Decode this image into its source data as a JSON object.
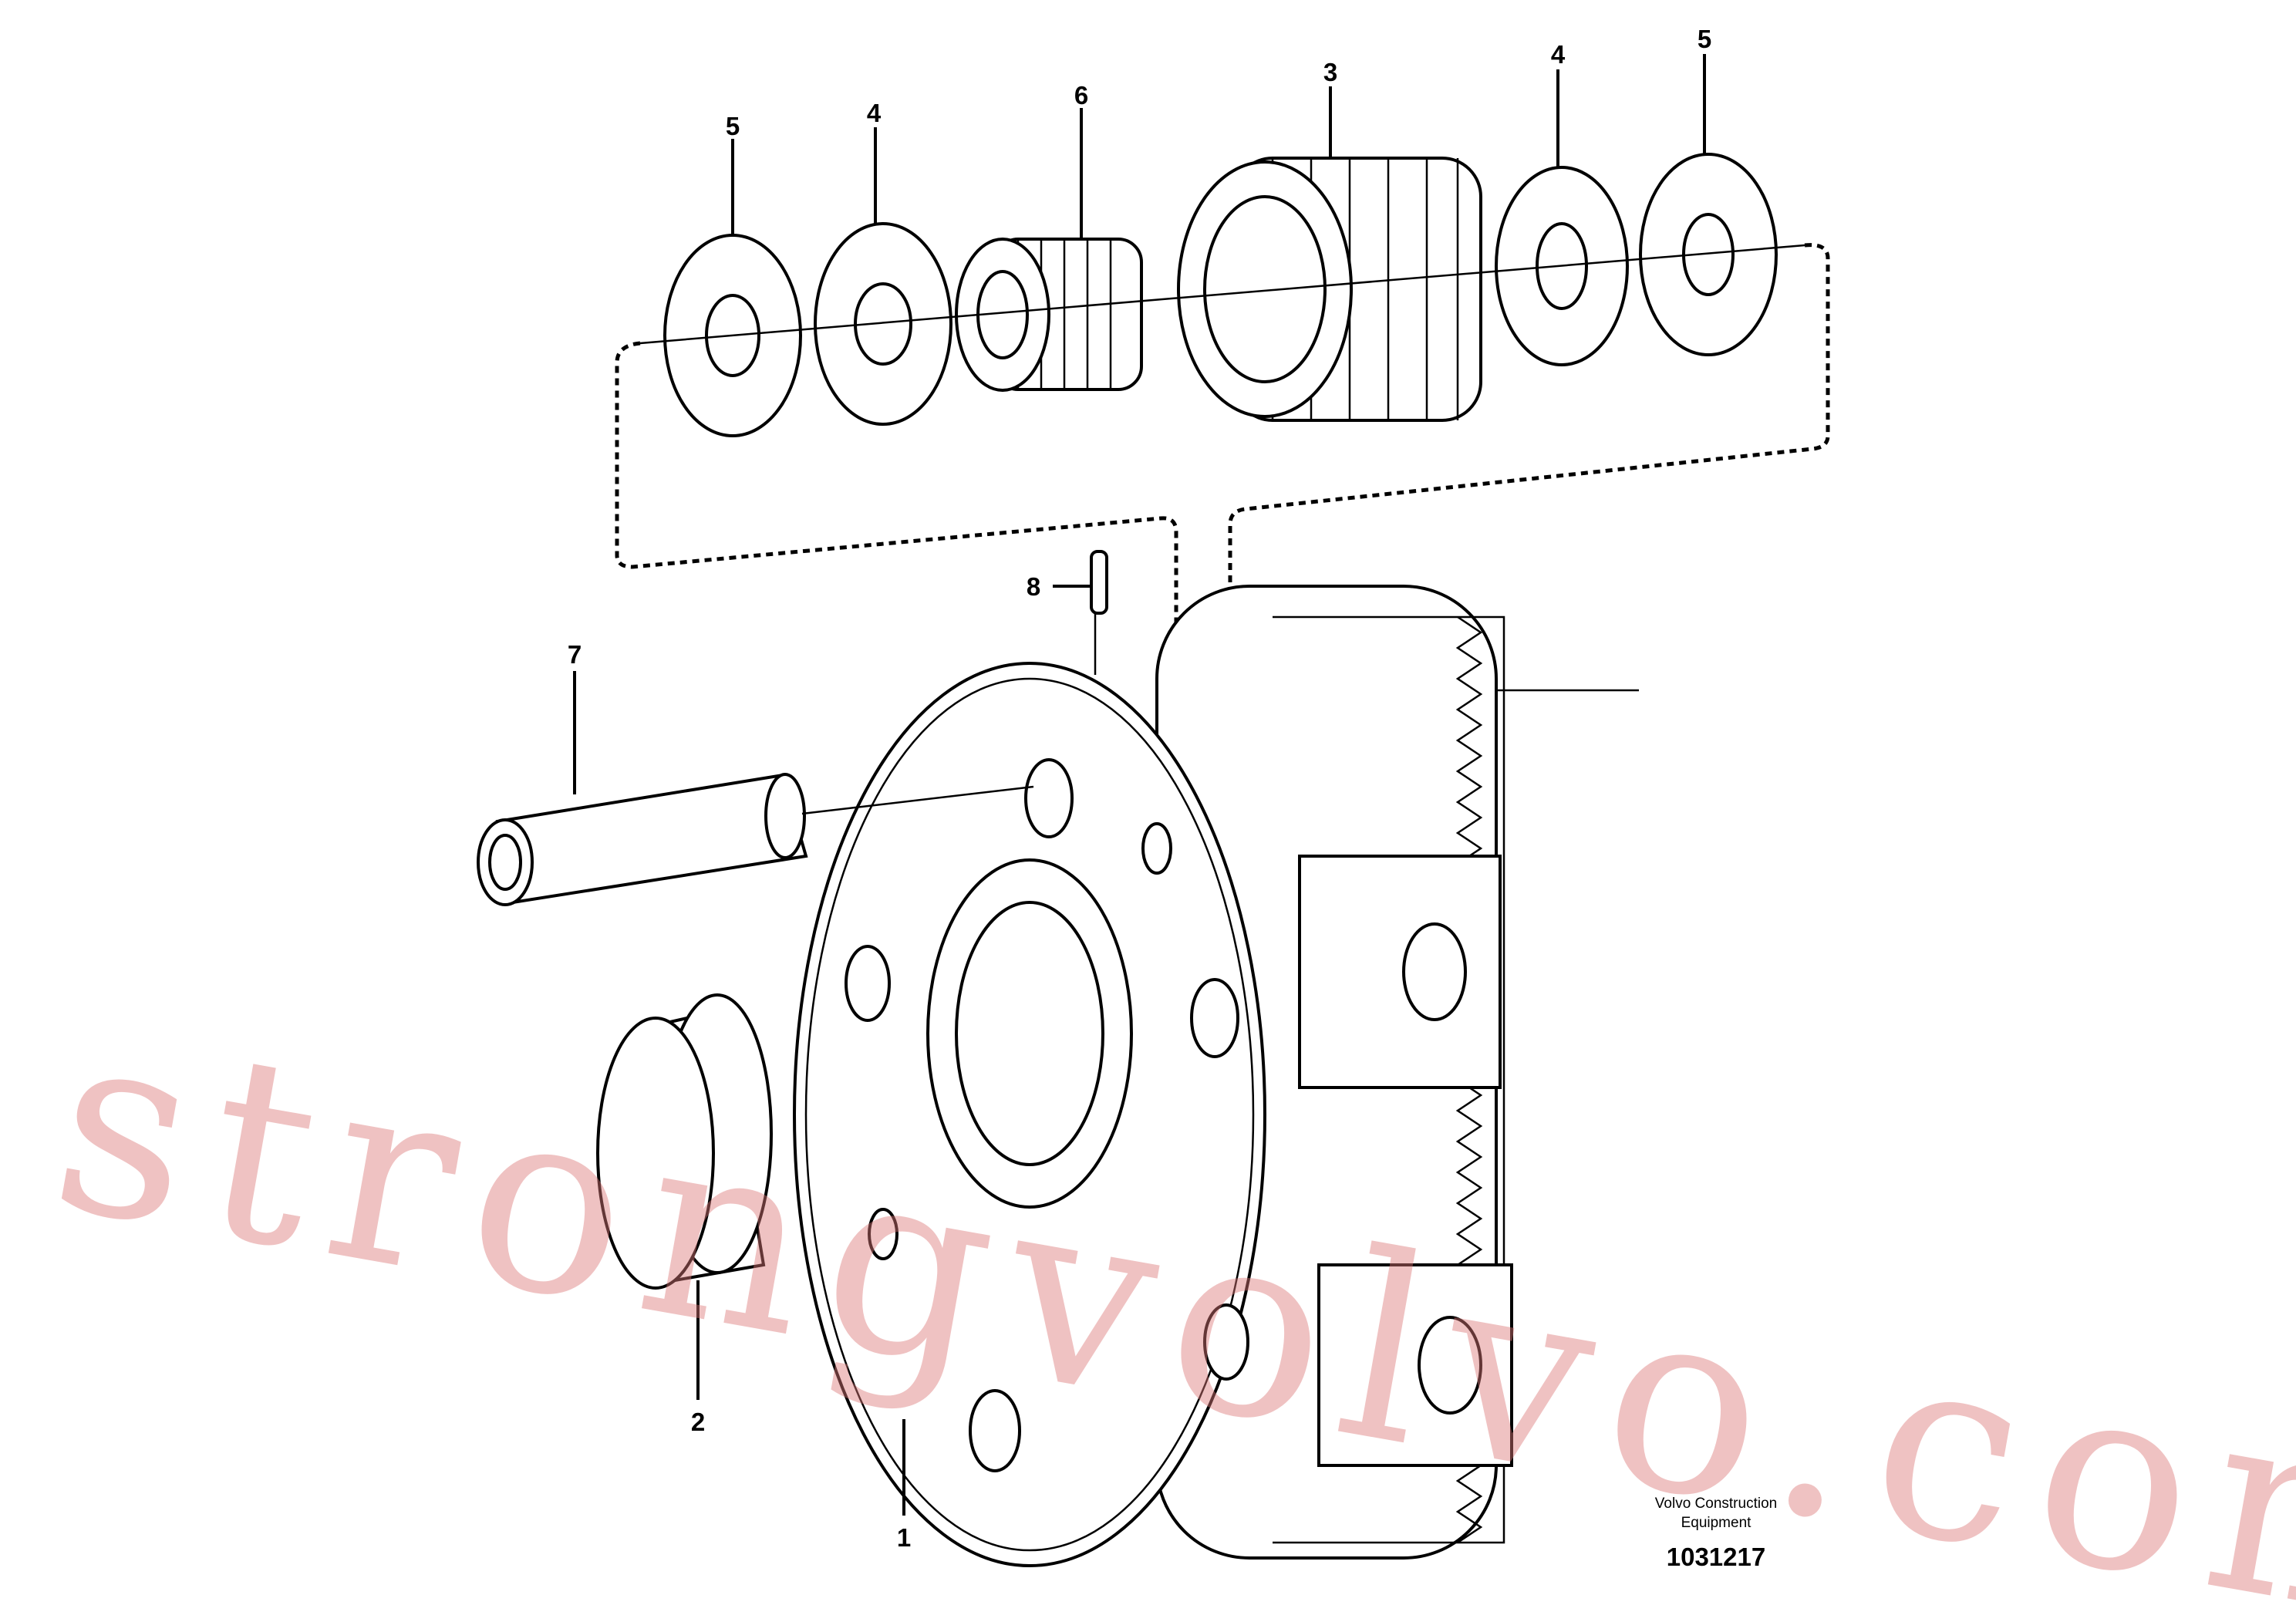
{
  "diagram": {
    "callouts": [
      {
        "id": "callout-5-left",
        "text": "5"
      },
      {
        "id": "callout-4-left",
        "text": "4"
      },
      {
        "id": "callout-6",
        "text": "6"
      },
      {
        "id": "callout-3",
        "text": "3"
      },
      {
        "id": "callout-4-right",
        "text": "4"
      },
      {
        "id": "callout-5-right",
        "text": "5"
      },
      {
        "id": "callout-8",
        "text": "8"
      },
      {
        "id": "callout-7",
        "text": "7"
      },
      {
        "id": "callout-2",
        "text": "2"
      },
      {
        "id": "callout-1",
        "text": "1"
      }
    ],
    "footer": {
      "company_line1": "Volvo Construction",
      "company_line2": "Equipment",
      "drawing_number": "1031217"
    },
    "watermark": "strongvolvo.com"
  }
}
